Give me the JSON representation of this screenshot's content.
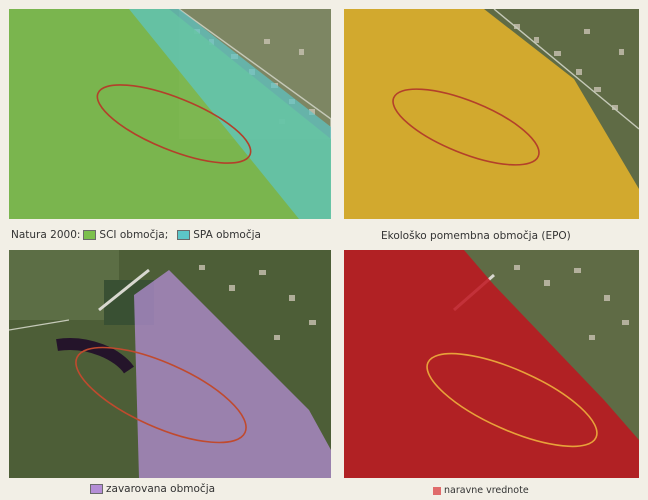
{
  "panels": {
    "natura": {
      "caption_prefix": "Natura 2000:",
      "sci_label": "SCI območja;",
      "spa_label": "SPA območja",
      "sci_color": "#7cc04d",
      "spa_color": "#5cc6c8",
      "ellipse_color": "#b3402a"
    },
    "epo": {
      "caption": "Ekološko pomembna območja (EPO)",
      "overlay_color": "#e6b42a",
      "ellipse_color": "#b3402a"
    },
    "protected": {
      "caption": "zavarovana območja",
      "overlay_color": "#b48ed6",
      "ellipse_color": "#c04a2e"
    },
    "natural": {
      "caption": "naravne vrednote",
      "overlay_color": "#c0141e",
      "ellipse_color": "#e8a23a"
    }
  }
}
